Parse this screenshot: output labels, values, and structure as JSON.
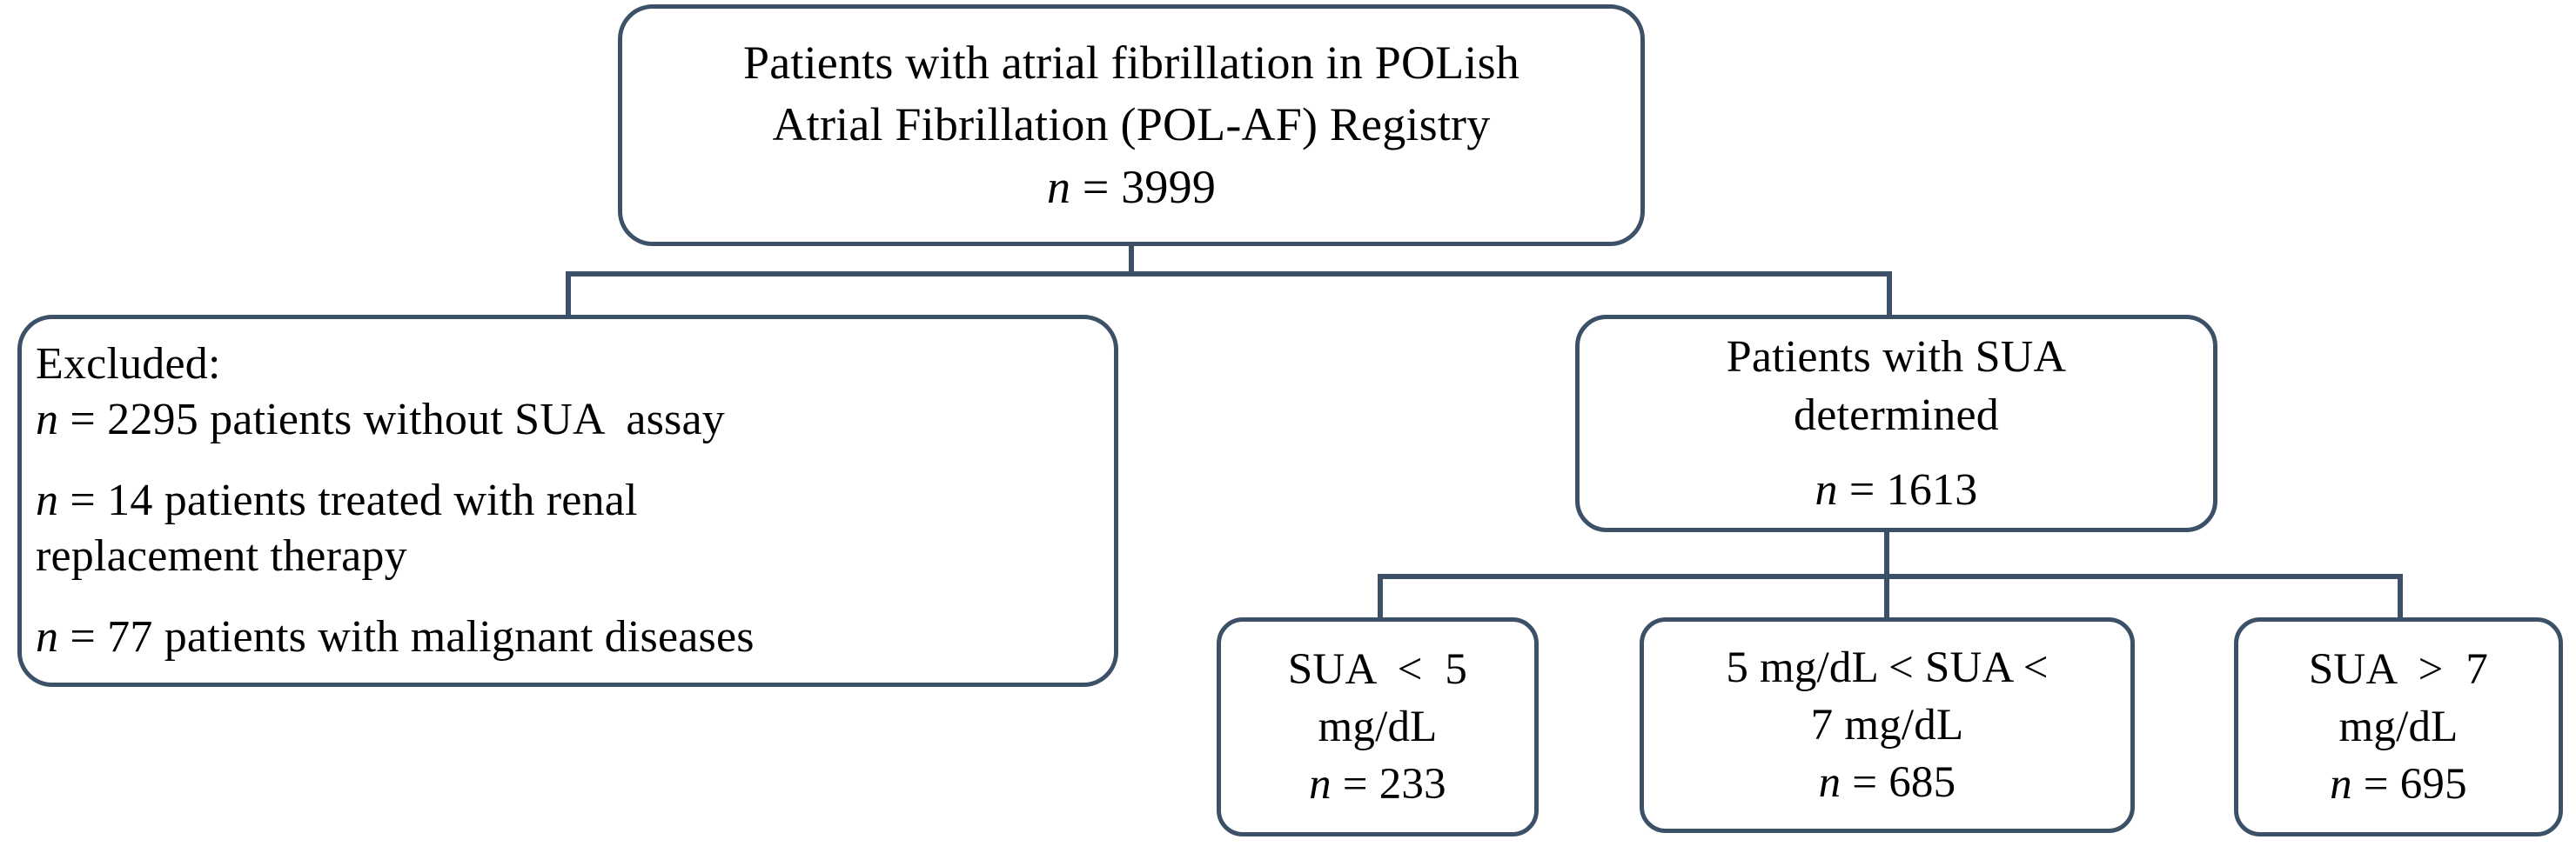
{
  "figure": {
    "type": "flowchart",
    "orientation": "top-down",
    "stroke_color": "#3c5167",
    "fill_color": "#ffffff",
    "text_color": "#000000"
  },
  "nodes": {
    "root": {
      "id": "root",
      "lines": [
        "Patients with atrial fibrillation in POLish",
        "Atrial Fibrillation (POL-AF) Registry"
      ],
      "count_italic": "n",
      "count_value": " = 3999",
      "n": 3999
    },
    "excluded": {
      "id": "excluded",
      "heading": "Excluded:",
      "items": [
        {
          "italic": "n",
          "text": " = 2295 patients without SUA  assay",
          "n": 2295
        },
        {
          "italic": "n",
          "text": " = 14 patients treated with renal",
          "n": 14
        },
        {
          "italic": "",
          "text": "replacement therapy"
        },
        {
          "italic": "n",
          "text": " = 77 patients with malignant diseases",
          "n": 77
        }
      ]
    },
    "sua_determined": {
      "id": "sua-determined",
      "lines": [
        "Patients with SUA",
        "determined"
      ],
      "count_italic": "n",
      "count_value": " = 1613",
      "n": 1613
    },
    "sua_low": {
      "id": "sua-low",
      "lines": [
        "SUA  <  5",
        "mg/dL"
      ],
      "count_italic": "n",
      "count_value": " = 233",
      "n": 233
    },
    "sua_mid": {
      "id": "sua-mid",
      "lines": [
        "5 mg/dL < SUA <",
        "7 mg/dL"
      ],
      "count_italic": "n",
      "count_value": " = 685",
      "n": 685
    },
    "sua_high": {
      "id": "sua-high",
      "lines": [
        "SUA  >  7",
        "mg/dL"
      ],
      "count_italic": "n",
      "count_value": " = 695",
      "n": 695
    }
  }
}
